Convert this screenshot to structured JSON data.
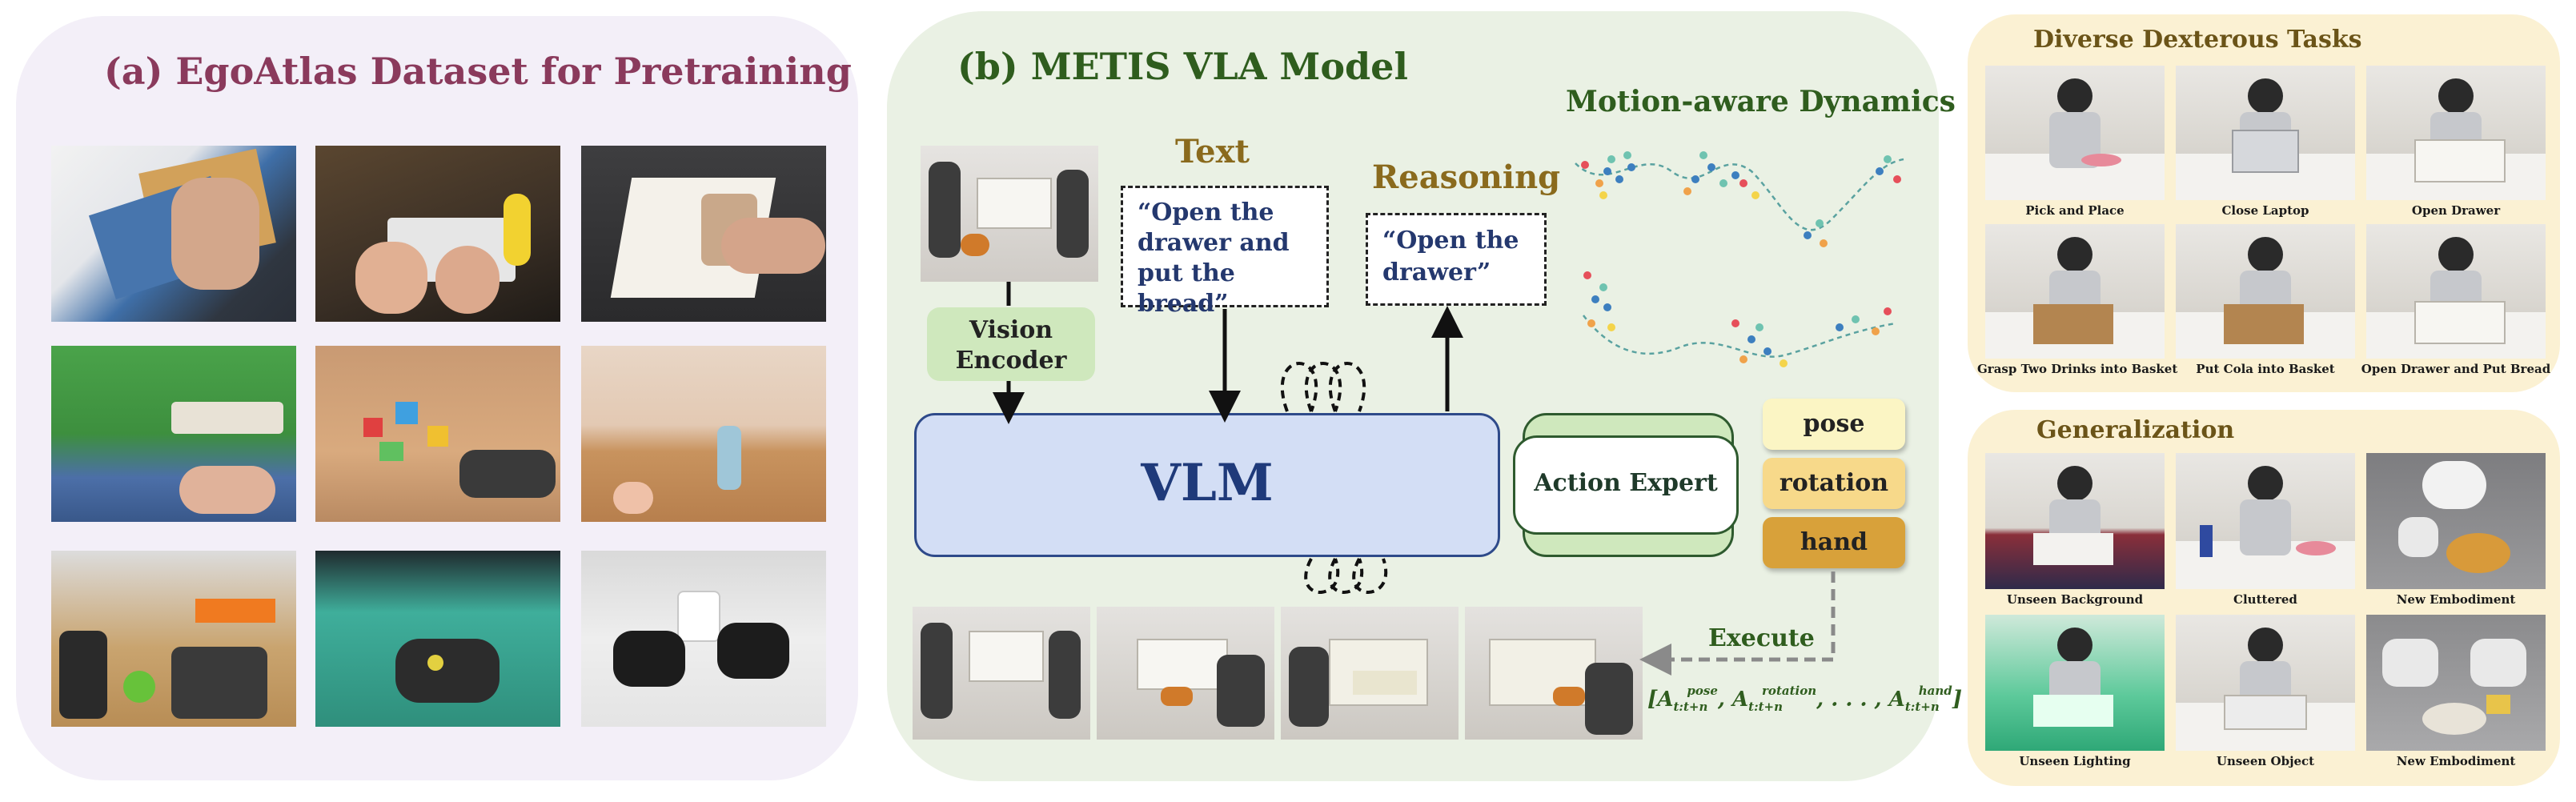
{
  "panel_a": {
    "title": "(a) EgoAtlas Dataset for Pretraining"
  },
  "panel_b": {
    "title": "(b) METIS VLA Model",
    "text_heading": "Text",
    "text_quote": "“Open the drawer and put the bread”",
    "reasoning_heading": "Reasoning",
    "reasoning_quote": "“Open the drawer”",
    "motion_heading": "Motion-aware Dynamics",
    "vision_encoder": "Vision Encoder",
    "vlm": "VLM",
    "action_expert": "Action Expert",
    "action_tokens": [
      "pose",
      "rotation",
      "hand"
    ],
    "execute": "Execute",
    "formula": "[A_{t:t+n}^{pose}, A_{t:t+n}^{rotation}, ..., A_{t:t+n}^{hand}]"
  },
  "panel_c1": {
    "title": "Diverse Dexterous Tasks",
    "captions": [
      "Pick and Place",
      "Close Laptop",
      "Open Drawer",
      "Grasp Two Drinks into Basket",
      "Put Cola into Basket",
      "Open Drawer and Put Bread"
    ]
  },
  "panel_c2": {
    "title": "Generalization",
    "captions": [
      "Unseen Background",
      "Cluttered",
      "New Embodiment",
      "Unseen Lighting",
      "Unseen Object",
      "New Embodiment"
    ]
  },
  "colors": {
    "panel_a_bg": "#f3eff8",
    "panel_a_title": "#8a3a5c",
    "panel_b_bg": "#eaf1e4",
    "panel_b_title": "#2f5d1e",
    "text_heading": "#8a6a1d",
    "vlm_fill": "#d3def5",
    "vlm_text": "#1f3a7a",
    "vision_encoder_fill": "#cfe8bd",
    "pose_fill": "#fbf5c4",
    "rotation_fill": "#f7d98a",
    "hand_fill": "#d8a13a",
    "panel_c_bg": "#fbf1d3",
    "panel_c_title": "#6b5418"
  }
}
